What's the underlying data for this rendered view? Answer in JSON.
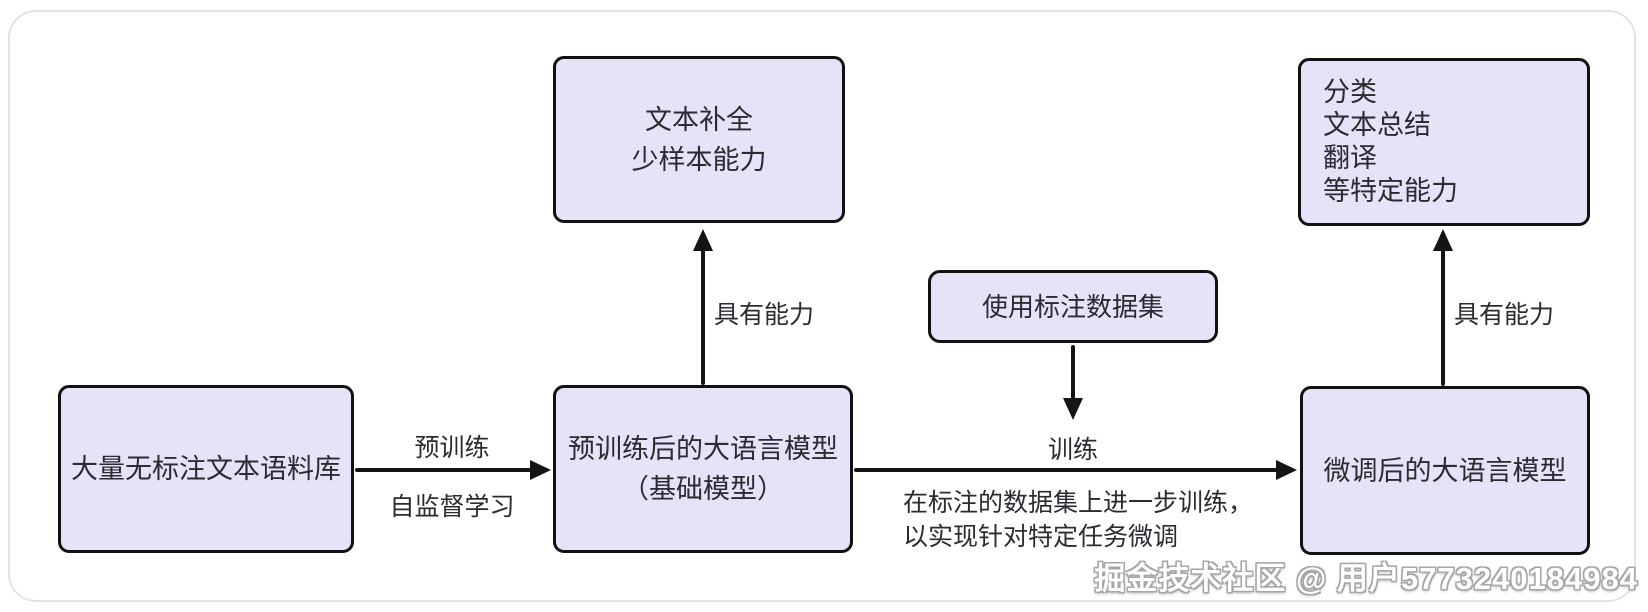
{
  "diagram": {
    "nodes": {
      "corpus": {
        "label": "大量无标注文本语料库"
      },
      "pretrained_model": {
        "line1": "预训练后的大语言模型",
        "line2": "（基础模型）"
      },
      "base_capabilities": {
        "lines": [
          "文本补全",
          "少样本能力"
        ]
      },
      "labeled_dataset": {
        "label": "使用标注数据集"
      },
      "finetuned_model": {
        "label": "微调后的大语言模型"
      },
      "finetuned_capabilities": {
        "lines": [
          "分类",
          "文本总结",
          "翻译",
          "等特定能力"
        ]
      }
    },
    "edges": {
      "pretrain_top_label": "预训练",
      "pretrain_bottom_label": "自监督学习",
      "capability_label_mid": "具有能力",
      "capability_label_right": "具有能力",
      "train_label": "训练",
      "finetune_note_line1": "在标注的数据集上进一步训练，",
      "finetune_note_line2": "以实现针对特定任务微调"
    },
    "colors": {
      "node_fill": "#e6e2f8",
      "node_border": "#111111",
      "arrow": "#141414",
      "text": "#2b2b31",
      "frame_border": "#e3e3e3"
    },
    "watermark": "掘金技术社区 @ 用户5773240184984"
  }
}
